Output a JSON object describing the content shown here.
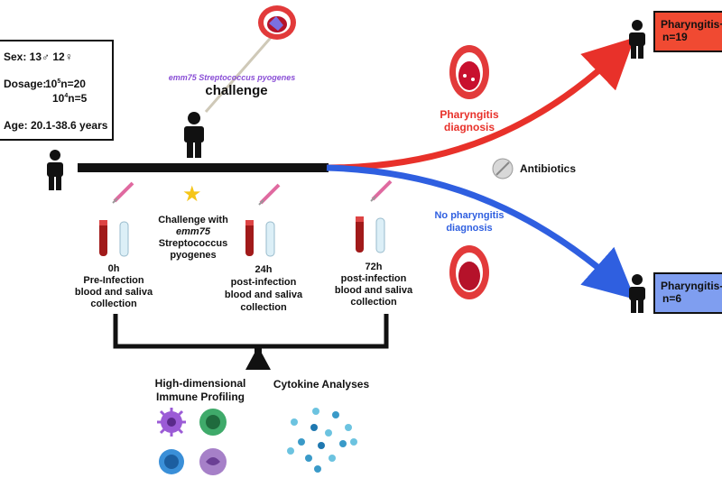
{
  "cohort": {
    "sex_label": "Sex: 13♂  12♀",
    "dosage_label": "Dosage:",
    "dosage_1_base": "10",
    "dosage_1_exp": "5",
    "dosage_1_n": "n=20",
    "dosage_2_base": "10",
    "dosage_2_exp": "4",
    "dosage_2_n": "n=5",
    "age_label": "Age: 20.1-38.6 years"
  },
  "challenge": {
    "strain": "emm75 Streptococcus pyogenes",
    "label": "challenge"
  },
  "timepoints": {
    "challenge_note_1": "Challenge with",
    "challenge_note_2": "emm75",
    "challenge_note_3": "Streptococcus",
    "challenge_note_4": "pyogenes",
    "t0_time": "0h",
    "t0_line1": "Pre-Infection",
    "t0_line2": "blood and saliva",
    "t0_line3": "collection",
    "t24_time": "24h",
    "t24_line1": "post-infection",
    "t24_line2": "blood and saliva",
    "t24_line3": "collection",
    "t72_time": "72h",
    "t72_line1": "post-infection",
    "t72_line2": "blood and saliva",
    "t72_line3": "collection"
  },
  "outcomes": {
    "positive_dx_1": "Pharyngitis",
    "positive_dx_2": "diagnosis",
    "negative_dx_1": "No pharyngitis",
    "negative_dx_2": "diagnosis",
    "antibiotics": "Antibiotics",
    "positive_box_1": "Pharyngitis+",
    "positive_box_2": "n=19",
    "negative_box_1": "Pharyngitis-",
    "negative_box_2": "n=6"
  },
  "analyses": {
    "immune_1": "High-dimensional",
    "immune_2": "Immune Profiling",
    "cytokine": "Cytokine Analyses"
  },
  "colors": {
    "positive": "#e8312a",
    "negative": "#2f5fe0",
    "positive_box": "#f04a32",
    "negative_box": "#7f9ef0",
    "strain_text": "#8a4fd6"
  }
}
